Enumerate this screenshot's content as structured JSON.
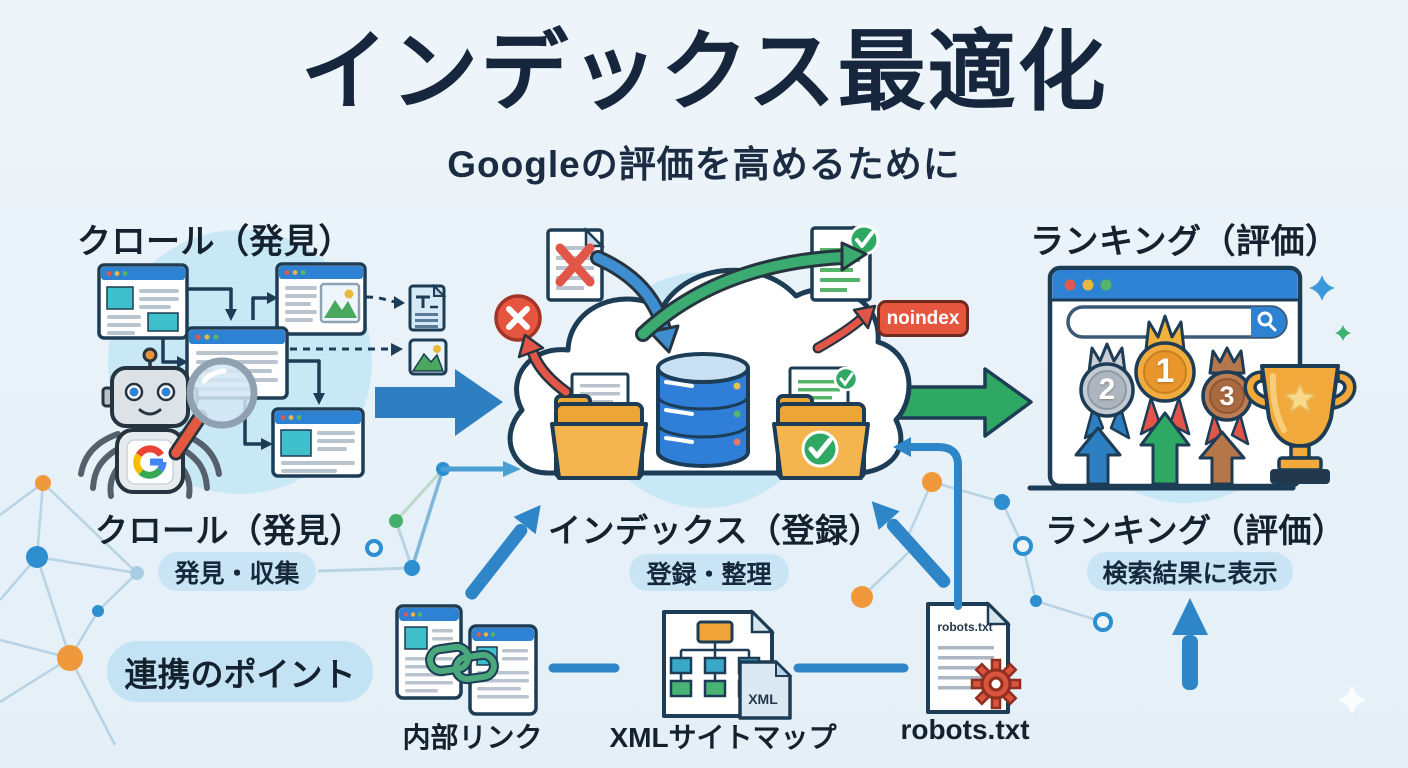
{
  "header": {
    "title": "インデックス最適化",
    "subtitle": "Googleの評価を高めるために"
  },
  "stages": {
    "crawl": {
      "heading": "クロール（発見）",
      "caption": "クロール（発見）",
      "badge": "発見・収集"
    },
    "index": {
      "caption": "インデックス（登録）",
      "badge": "登録・整理",
      "noindex_tag": "noindex"
    },
    "ranking": {
      "heading": "ランキング（評価）",
      "caption": "ランキング（評価）",
      "badge": "検索結果に表示",
      "medal_first": "1",
      "medal_second": "2",
      "medal_third": "3"
    }
  },
  "integration": {
    "pill": "連携のポイント",
    "internal_link_label": "内部リンク",
    "xml_sitemap_label": "XMLサイトマップ",
    "xml_file_badge": "XML",
    "robots_label": "robots.txt",
    "robots_file_title": "robots.txt"
  },
  "colors": {
    "background": "#e9f2f8",
    "title_text": "#16263d",
    "badge_bg": "#c9e4f5",
    "blue_arrow": "#2e7fc2",
    "green_arrow": "#2fa863",
    "red_accent": "#e2564a",
    "noindex_bg": "#e6563f",
    "browser_bar": "#2e82d4",
    "teal_block": "#3fbfc9",
    "folder_orange": "#f2a93b",
    "database_blue": "#2f7ed8",
    "gold": "#f2ab3d",
    "silver": "#c3cad2",
    "bronze": "#bd7d52"
  }
}
